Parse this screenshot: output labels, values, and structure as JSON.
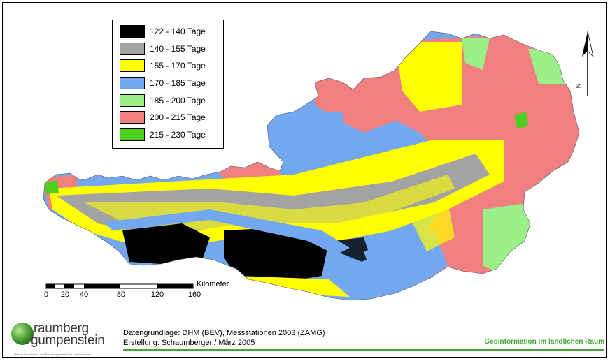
{
  "legend": {
    "items": [
      {
        "label": "122 - 140 Tage",
        "color": "#000000"
      },
      {
        "label": "140 - 155 Tage",
        "color": "#a3a3a3"
      },
      {
        "label": "155 - 170 Tage",
        "color": "#ffff00"
      },
      {
        "label": "170 - 185 Tage",
        "color": "#73a8f0"
      },
      {
        "label": "185 - 200 Tage",
        "color": "#9cf08a"
      },
      {
        "label": "200 - 215 Tage",
        "color": "#f08080"
      },
      {
        "label": "215 - 230 Tage",
        "color": "#4ccf1d"
      }
    ]
  },
  "north_arrow": {
    "label": "N"
  },
  "scale": {
    "unit": "Kilometer",
    "ticks": [
      "0",
      "20",
      "40",
      "80",
      "120",
      "160"
    ]
  },
  "logo": {
    "line1": "raumberg",
    "line2": "gumpenstein",
    "tagline": "Höhere Bundeslehr- und Forschungsanstalt für Landwirtschaft",
    "accent": "#44a63a"
  },
  "source": {
    "line1": "Datengrundlage: DHM (BEV), Messstationen 2003 (ZAMG)",
    "line2": "Erstellung: Schaumberger / März 2005"
  },
  "footer": {
    "right_text": "Geoinformation im ländlichen Raum"
  }
}
